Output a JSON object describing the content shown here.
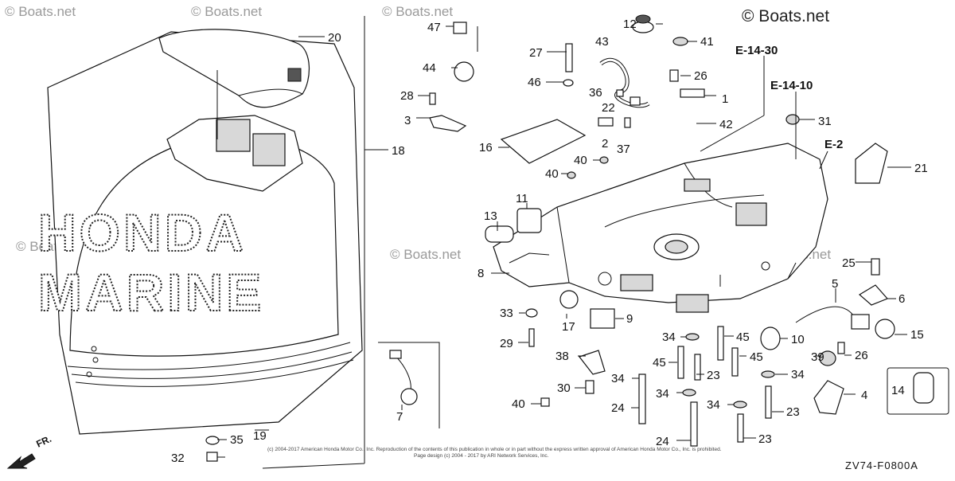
{
  "watermarks": {
    "main": "© Boats.net",
    "tile": "© Boats.net"
  },
  "brand": {
    "line1": "HONDA",
    "line2": "MARINE"
  },
  "refs": [
    "E-14-30",
    "E-14-10",
    "E-2"
  ],
  "front_label": "FR.",
  "diagram_code": "ZV74-F0800A",
  "copyright": {
    "line1": "(c) 2004-2017 American Honda Motor Co., Inc. Reproduction of the contents of this publication in whole or in part without the express written approval of American Honda Motor Co., Inc. is prohibited.",
    "line2": "Page design (c) 2004 - 2017 by ARI Network Services, Inc."
  },
  "callouts": [
    "1",
    "2",
    "3",
    "4",
    "5",
    "6",
    "7",
    "8",
    "9",
    "10",
    "11",
    "12",
    "13",
    "14",
    "15",
    "16",
    "17",
    "18",
    "19",
    "20",
    "21",
    "22",
    "23",
    "24",
    "25",
    "26",
    "27",
    "28",
    "29",
    "30",
    "31",
    "32",
    "33",
    "34",
    "35",
    "36",
    "37",
    "38",
    "39",
    "40",
    "41",
    "42",
    "43",
    "44",
    "45",
    "46",
    "47"
  ]
}
